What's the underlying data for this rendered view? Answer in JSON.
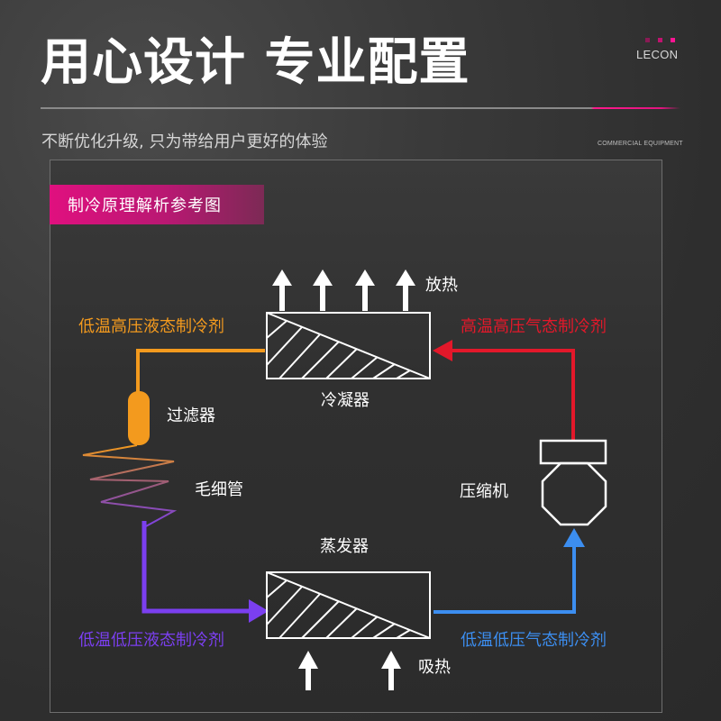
{
  "header": {
    "title": "用心设计 专业配置",
    "subtitle": "不断优化升级, 只为带给用户更好的体验",
    "brand": "LECON",
    "tagline": "COMMERCIAL EQUIPMENT",
    "accent_color": "#e0107f"
  },
  "diagram": {
    "badge": "制冷原理解析参考图",
    "components": {
      "condenser": "冷凝器",
      "evaporator": "蒸发器",
      "compressor": "压缩机",
      "filter": "过滤器",
      "capillary": "毛细管"
    },
    "heat": {
      "release": "放热",
      "absorb": "吸热"
    },
    "refrigerant_states": {
      "low_temp_high_pressure_liquid": {
        "label": "低温高压液态制冷剂",
        "color": "#f39a1e"
      },
      "high_temp_high_pressure_gas": {
        "label": "高温高压气态制冷剂",
        "color": "#e3182a"
      },
      "low_temp_low_pressure_liquid": {
        "label": "低温低压液态制冷剂",
        "color": "#7b3ff0"
      },
      "low_temp_low_pressure_gas": {
        "label": "低温低压气态制冷剂",
        "color": "#3c8ef0"
      }
    }
  }
}
